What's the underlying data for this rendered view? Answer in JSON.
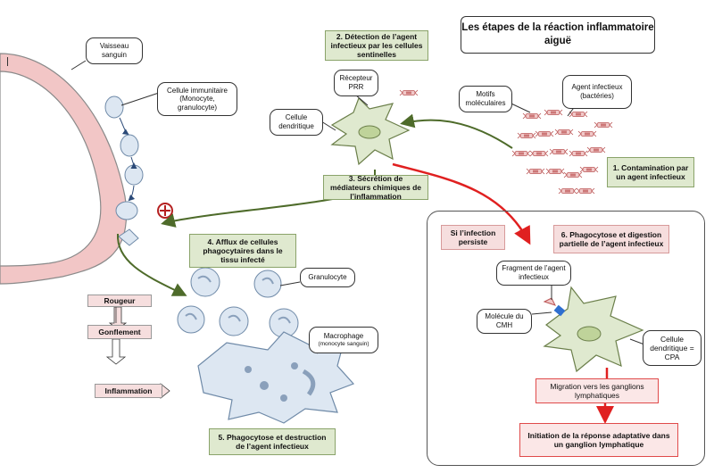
{
  "title": "Les étapes de la réaction inflammatoire aiguë",
  "steps": {
    "s1": "1. Contamination par un agent infectieux",
    "s2": "2. Détection de l’agent infectieux par les cellules sentinelles",
    "s3": "3. Sécrétion de médiateurs chimiques de l’inflammation",
    "s4": "4. Afflux de cellules phagocytaires dans le tissu infecté",
    "s5": "5. Phagocytose et destruction de l’agent infectieux",
    "s6": "6. Phagocytose et digestion partielle de l’agent infectieux"
  },
  "labels": {
    "vessel": "Vaisseau sanguin",
    "immune_cell": "Cellule immunitaire (Monocyte, granulocyte)",
    "receptor": "Récepteur PRR",
    "dendritic": "Cellule dendritique",
    "motifs": "Motifs moléculaires",
    "agent": "Agent infectieux (bactéries)",
    "granulocyte": "Granulocyte",
    "macrophage_title": "Macrophage",
    "macrophage_sub": "(monocyte sanguin)",
    "fragment": "Fragment de l’agent infectieux",
    "cmh": "Molécule du CMH",
    "cpa": "Cellule dendritique = CPA",
    "persist": "Si l’infection persiste",
    "migration": "Migration vers les ganglions lymphatiques",
    "initiation": "Initiation de la réponse adaptative dans un ganglion lymphatique"
  },
  "symptoms": [
    "Rougeur",
    "Gonflement",
    "Inflammation"
  ],
  "colors": {
    "green_box": "#dfe9cf",
    "green_arrow": "#4e6b2a",
    "red_arrow": "#e02020",
    "cell_fill": "#dde7f2",
    "vessel_wall": "#f2c6c6"
  }
}
